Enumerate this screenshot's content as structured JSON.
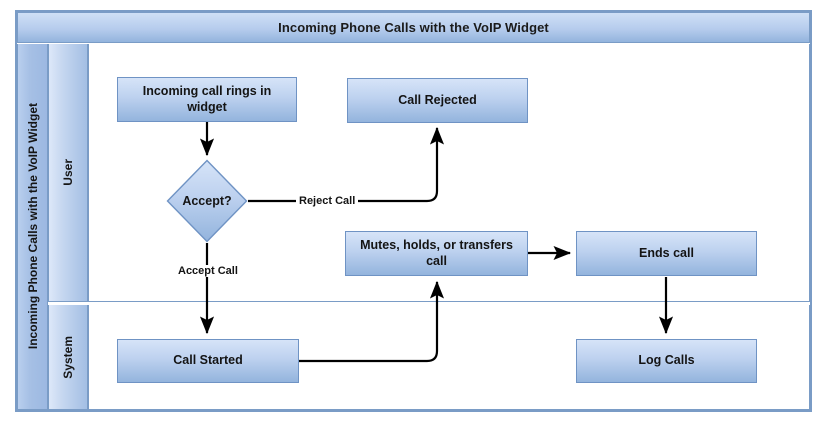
{
  "diagram": {
    "title": "Incoming Phone Calls with the VoIP Widget",
    "pool_label": "Incoming Phone Calls with the VoIP Widget",
    "lanes": [
      {
        "id": "user",
        "label": "User"
      },
      {
        "id": "system",
        "label": "System"
      }
    ],
    "nodes": [
      {
        "id": "incoming-call",
        "type": "process",
        "lane": "user",
        "label": "Incoming call rings in widget"
      },
      {
        "id": "accept",
        "type": "decision",
        "lane": "user",
        "label": "Accept?"
      },
      {
        "id": "call-rejected",
        "type": "process",
        "lane": "user",
        "label": "Call Rejected"
      },
      {
        "id": "mutes-holds",
        "type": "process",
        "lane": "user",
        "label": "Mutes, holds, or transfers call"
      },
      {
        "id": "ends-call",
        "type": "process",
        "lane": "user",
        "label": "Ends call"
      },
      {
        "id": "call-started",
        "type": "process",
        "lane": "system",
        "label": "Call Started"
      },
      {
        "id": "log-calls",
        "type": "process",
        "lane": "system",
        "label": "Log Calls"
      }
    ],
    "edges": [
      {
        "id": "e1",
        "from": "incoming-call",
        "to": "accept",
        "label": ""
      },
      {
        "id": "e2",
        "from": "accept",
        "to": "call-rejected",
        "label": "Reject Call"
      },
      {
        "id": "e3",
        "from": "accept",
        "to": "call-started",
        "label": "Accept Call"
      },
      {
        "id": "e4",
        "from": "call-started",
        "to": "mutes-holds",
        "label": ""
      },
      {
        "id": "e5",
        "from": "mutes-holds",
        "to": "ends-call",
        "label": ""
      },
      {
        "id": "e6",
        "from": "ends-call",
        "to": "log-calls",
        "label": ""
      }
    ],
    "colors": {
      "frame_border": "#7a9cc6",
      "title_gradient_top": "#cfe0f6",
      "title_gradient_bottom": "#93b4dd",
      "node_gradient_top": "#d6e4f8",
      "node_gradient_bottom": "#93b4dd",
      "node_border": "#6f93c4",
      "connector": "#000000",
      "lane_divider": "#7a9cc6",
      "canvas_background": "#ffffff"
    }
  }
}
